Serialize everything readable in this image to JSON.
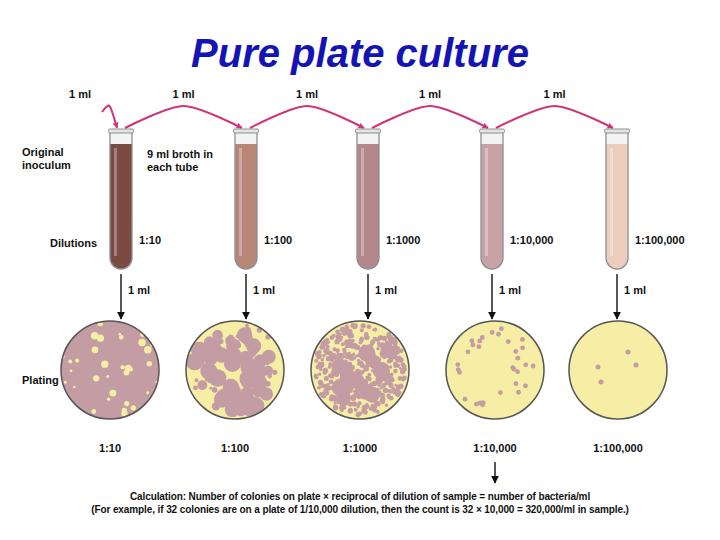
{
  "diagram": {
    "title": "Pure plate culture",
    "nodes": [
      {
        "text": [
          "Original inoculum"
        ]
      },
      {
        "text": [
          "1:10"
        ]
      },
      {
        "text": [
          "1:100"
        ]
      },
      {
        "text": [
          "1:1000"
        ]
      },
      {
        "text": [
          "1:10,000"
        ]
      },
      {
        "text": [
          "1:100,000"
        ]
      },
      {
        "text": [
          "1:10"
        ]
      },
      {
        "text": [
          "1:100"
        ]
      },
      {
        "text": [
          "1:1000"
        ]
      },
      {
        "text": [
          "1:10,000"
        ]
      },
      {
        "text": [
          "1:100,000"
        ]
      },
      {
        "text": [
          "Calculation: Number of colonies on plate × reciprocal of dilution of sample = number of bacteria/ml",
          "(For example, if 32 colonies are on a plate of 1/10,000 dilution, then the count is 32 × 10,000 = 320,000/ml in sample.)"
        ]
      }
    ],
    "edges": [
      {
        "from": 0,
        "to": 1,
        "label": "1 ml",
        "arrow": "to"
      },
      {
        "from": 1,
        "to": 2,
        "label": "1 ml",
        "arrow": "to"
      },
      {
        "from": 2,
        "to": 3,
        "label": "1 ml",
        "arrow": "to"
      },
      {
        "from": 3,
        "to": 4,
        "label": "1 ml",
        "arrow": "to"
      },
      {
        "from": 4,
        "to": 5,
        "label": "1 ml",
        "arrow": "to"
      },
      {
        "from": 1,
        "to": 6,
        "label": "1 ml",
        "arrow": "to"
      },
      {
        "from": 2,
        "to": 7,
        "label": "1 ml",
        "arrow": "to"
      },
      {
        "from": 3,
        "to": 8,
        "label": "1 ml",
        "arrow": "to"
      },
      {
        "from": 4,
        "to": 9,
        "label": "1 ml",
        "arrow": "to"
      },
      {
        "from": 5,
        "to": 10,
        "label": "1 ml",
        "arrow": "to"
      },
      {
        "from": 9,
        "to": 11,
        "arrow": "to"
      }
    ],
    "labels": [
      "9 ml broth in each tube",
      "Dilutions",
      "Plating"
    ]
  }
}
